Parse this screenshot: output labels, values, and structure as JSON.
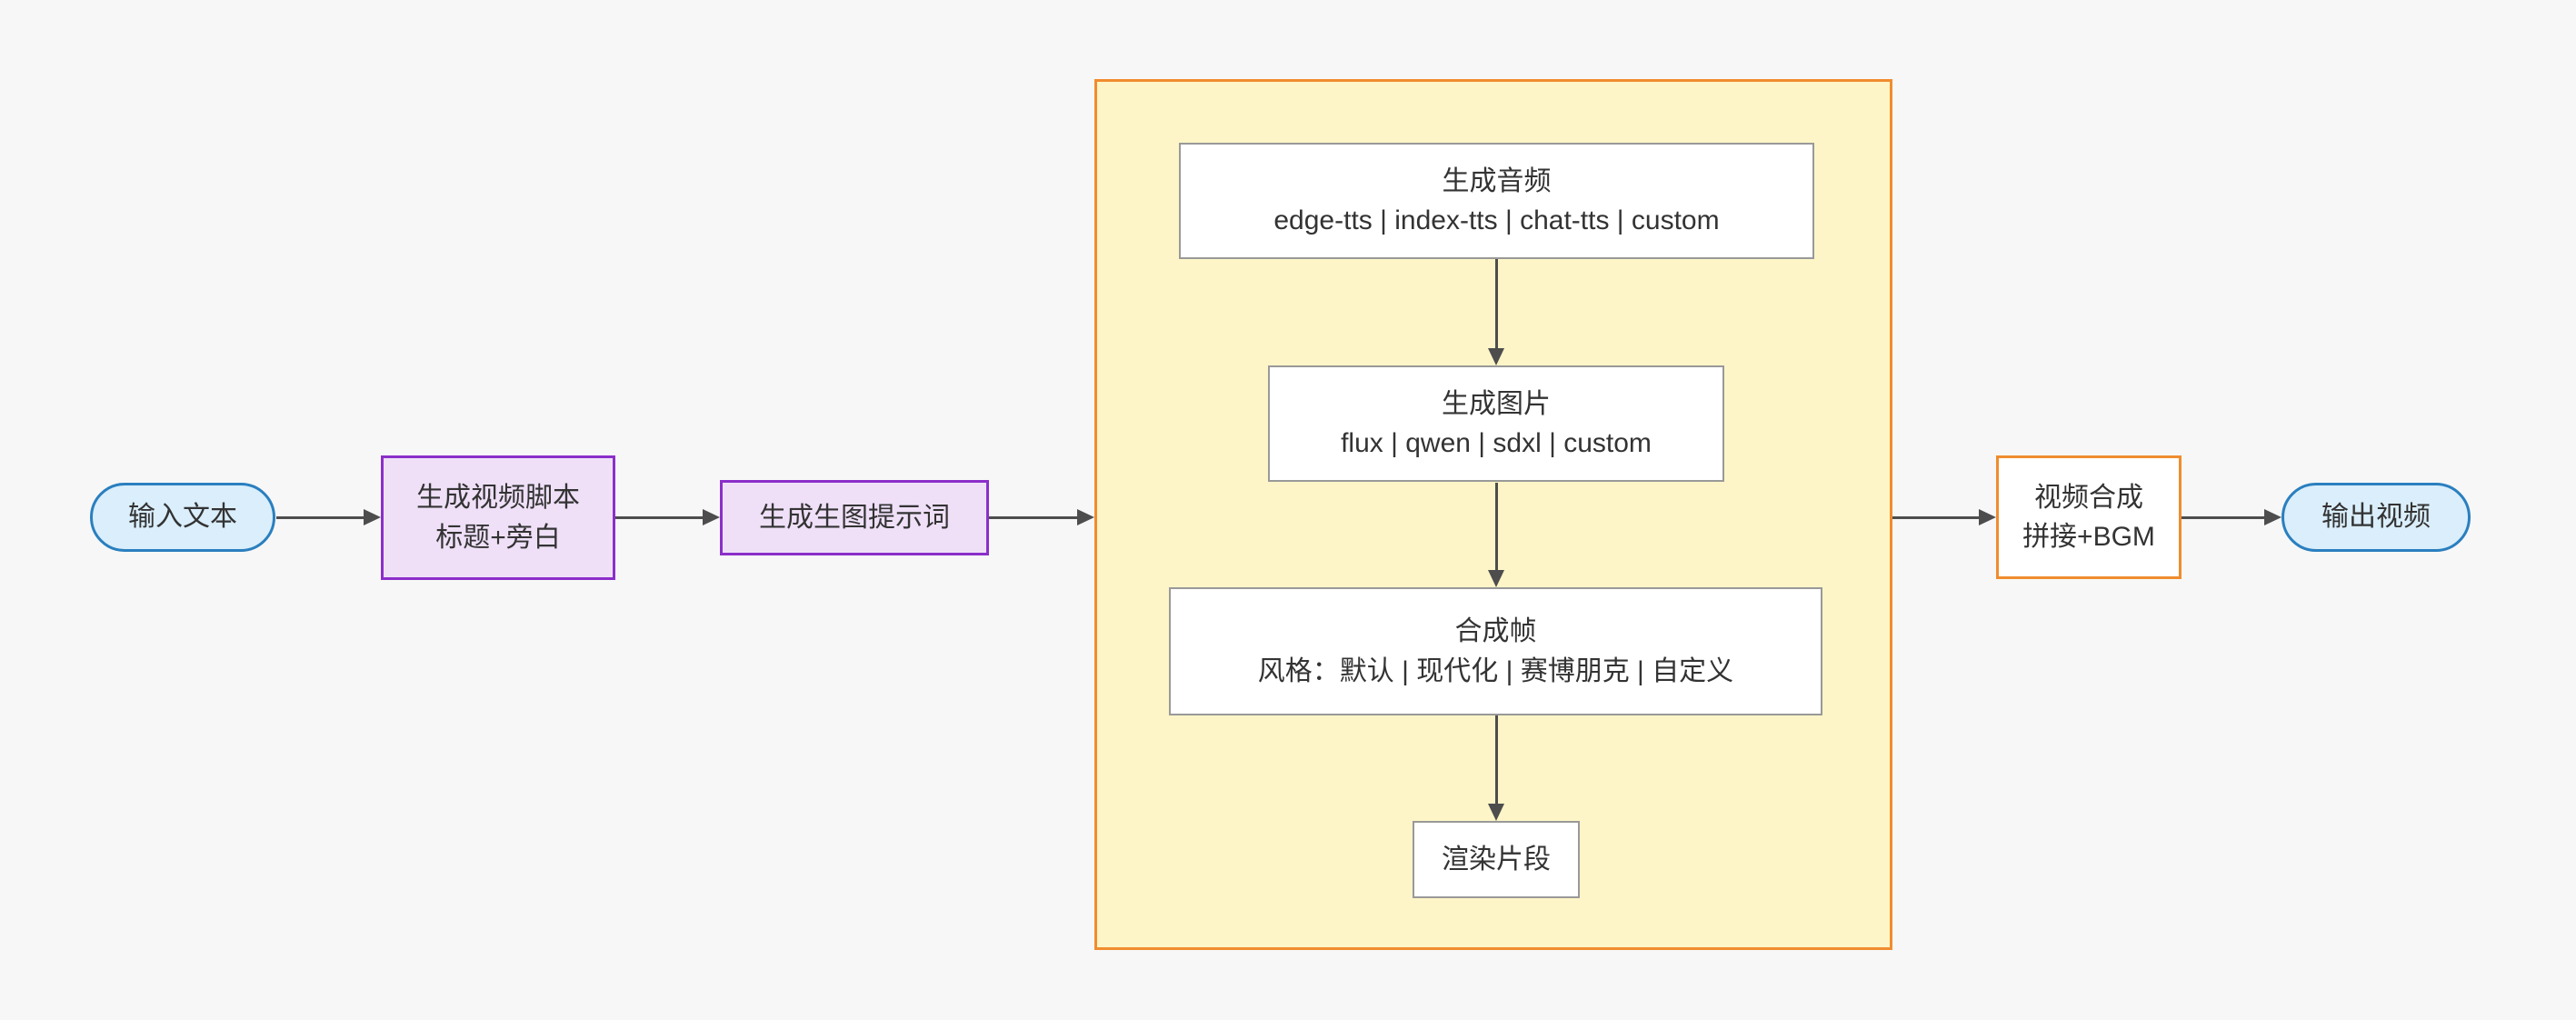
{
  "diagram": {
    "nodes": {
      "input_text": {
        "label": "输入文本"
      },
      "script": {
        "title": "生成视频脚本",
        "subtitle": "标题+旁白"
      },
      "prompt": {
        "label": "生成生图提示词"
      },
      "pipeline": {
        "audio": {
          "title": "生成音频",
          "subtitle": "edge-tts | index-tts | chat-tts | custom"
        },
        "image": {
          "title": "生成图片",
          "subtitle": "flux | qwen | sdxl | custom"
        },
        "frame": {
          "title": "合成帧",
          "subtitle": "风格：默认 | 现代化 | 赛博朋克 | 自定义"
        },
        "render": {
          "label": "渲染片段"
        }
      },
      "compose": {
        "title": "视频合成",
        "subtitle": "拼接+BGM"
      },
      "output": {
        "label": "输出视频"
      }
    },
    "colors": {
      "background": "#f7f7f7",
      "terminal_border": "#2a7fbf",
      "terminal_fill": "#daeefb",
      "process_border": "#8b2fc9",
      "process_fill": "#efe0f8",
      "group_border": "#f08c2e",
      "group_fill": "#fdf5c7",
      "step_border": "#999999",
      "step_fill": "#ffffff",
      "compose_border": "#f08c2e",
      "compose_fill": "#ffffff",
      "arrow": "#4d4d4d",
      "text": "#333333"
    }
  }
}
